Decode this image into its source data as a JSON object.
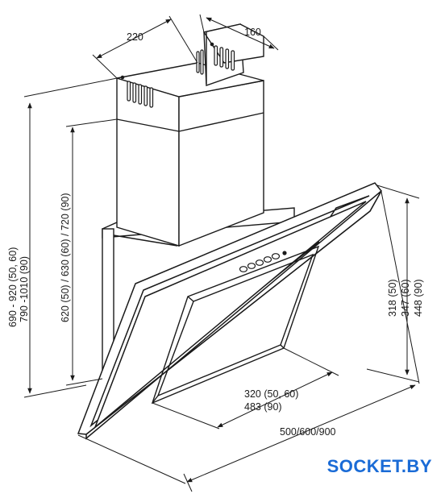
{
  "dimensions": {
    "chimney_width": "220",
    "chimney_depth": "160",
    "total_height_line1": "690 - 920 (50, 60)",
    "total_height_line2": "790 -1010 (90)",
    "chimney_height": "620 (50) / 630 (60) / 720 (90)",
    "side_height_1": "318 (50)",
    "side_height_2": "347 (60)",
    "side_height_3": "448 (90)",
    "depth_1": "320 (50, 60)",
    "depth_2": "483 (90)",
    "width": "500/600/900"
  },
  "logo": "SOCKET.BY",
  "colors": {
    "line": "#1a1a1a",
    "body_fill": "#ffffff",
    "glass_fill": "#ffffff",
    "logo": "#1a6bd6"
  }
}
